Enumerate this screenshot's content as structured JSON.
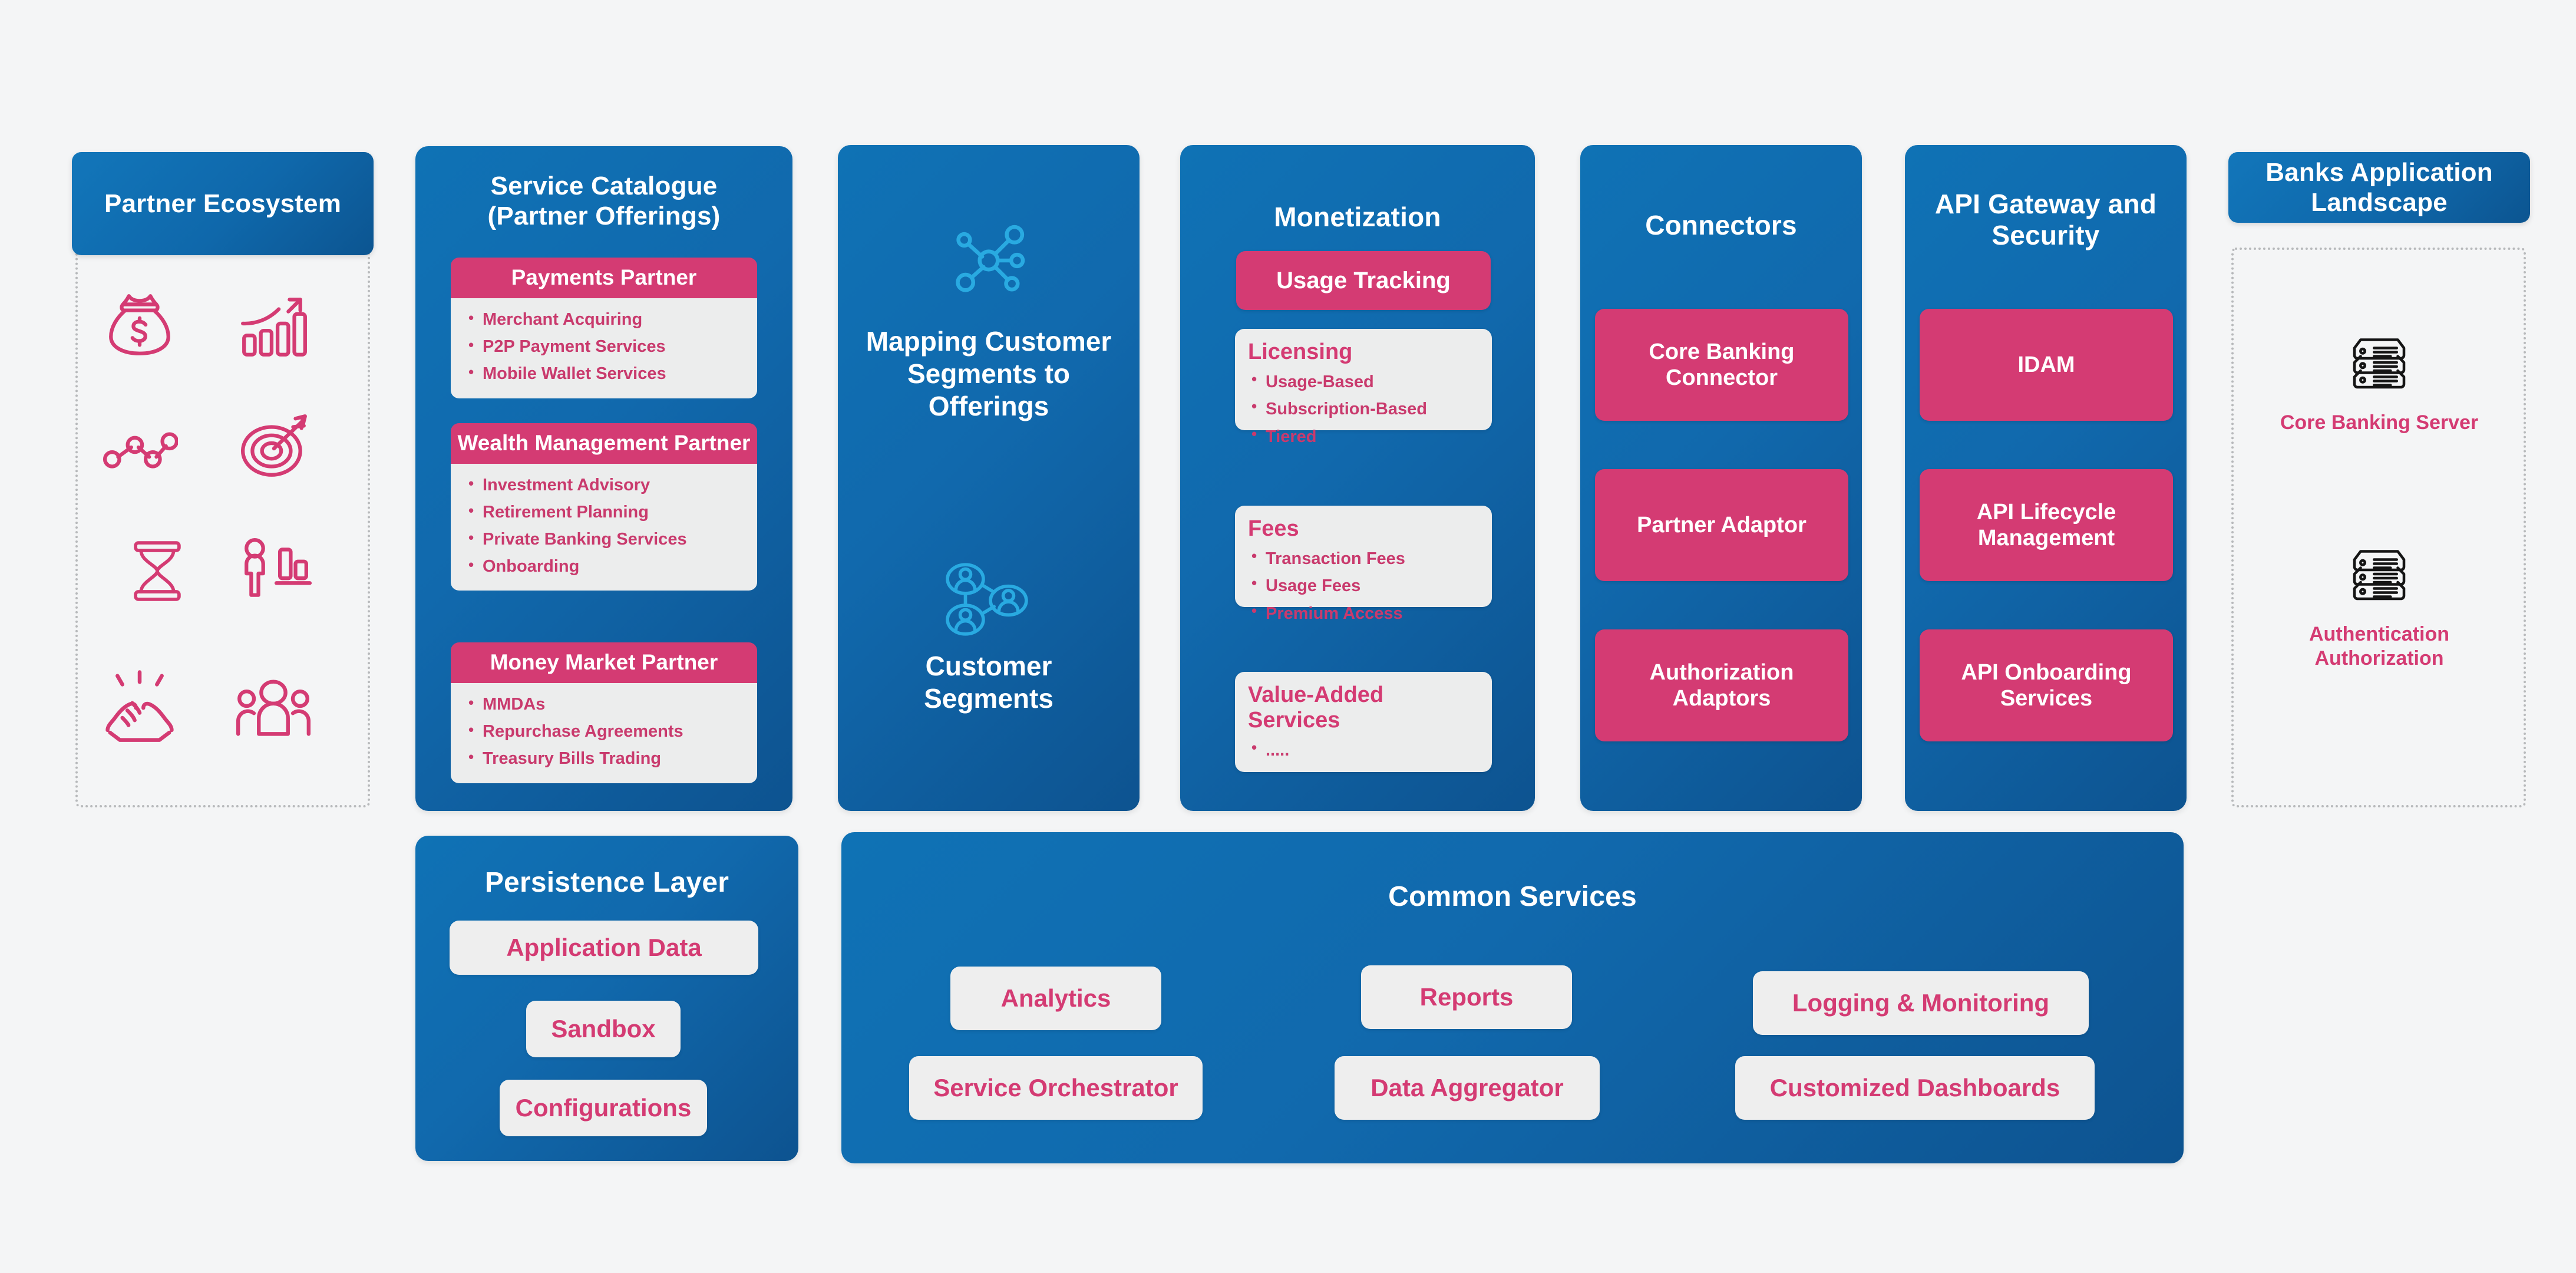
{
  "columns": {
    "partner_ecosystem": {
      "title": "Partner Ecosystem",
      "icons": [
        {
          "name": "money-bag-icon",
          "label": "money bag with dollar sign"
        },
        {
          "name": "growth-bar-chart-icon",
          "label": "rising bar chart with arrow"
        },
        {
          "name": "line-graph-nodes-icon",
          "label": "connected node line graph"
        },
        {
          "name": "target-arrow-icon",
          "label": "target with arrow"
        },
        {
          "name": "hourglass-icon",
          "label": "hourglass"
        },
        {
          "name": "person-chart-icon",
          "label": "person beside bar chart"
        },
        {
          "name": "handshake-icon",
          "label": "handshake"
        },
        {
          "name": "people-group-icon",
          "label": "group of people"
        }
      ]
    },
    "service_catalogue": {
      "title_line1": "Service Catalogue",
      "title_line2": "(Partner Offerings)",
      "cards": [
        {
          "head": "Payments Partner",
          "items": [
            "Merchant Acquiring",
            "P2P Payment Services",
            "Mobile Wallet Services"
          ]
        },
        {
          "head": "Wealth Management Partner",
          "items": [
            "Investment Advisory",
            "Retirement Planning",
            "Private Banking Services",
            "Onboarding"
          ]
        },
        {
          "head": "Money Market Partner",
          "items": [
            "MMDAs",
            "Repurchase Agreements",
            "Treasury Bills Trading"
          ]
        }
      ]
    },
    "mapping": {
      "top_icon": "network-hub-icon",
      "top_title": "Mapping Customer Segments to Offerings",
      "bottom_icon": "customer-segments-icon",
      "bottom_title": "Customer Segments"
    },
    "monetization": {
      "title": "Monetization",
      "usage_tracking": "Usage Tracking",
      "groups": [
        {
          "head": "Licensing",
          "items": [
            "Usage-Based",
            "Subscription-Based",
            "Tiered"
          ]
        },
        {
          "head": "Fees",
          "items": [
            "Transaction Fees",
            "Usage Fees",
            "Premium Access"
          ]
        },
        {
          "head": "Value-Added Services",
          "items": [
            "....."
          ]
        }
      ]
    },
    "connectors": {
      "title": "Connectors",
      "items": [
        "Core Banking Connector",
        "Partner Adaptor",
        "Authorization Adaptors"
      ]
    },
    "api_gateway": {
      "title": "API Gateway and Security",
      "items": [
        "IDAM",
        "API Lifecycle Management",
        "API Onboarding Services"
      ]
    },
    "banks_landscape": {
      "title": "Banks Application Landscape",
      "items": [
        {
          "icon": "server-stack-icon",
          "caption": "Core Banking Server"
        },
        {
          "icon": "server-stack-icon",
          "caption": "Authentication Authorization"
        }
      ]
    },
    "persistence_layer": {
      "title": "Persistence Layer",
      "items": [
        "Application Data",
        "Sandbox",
        "Configurations"
      ]
    },
    "common_services": {
      "title": "Common Services",
      "items": [
        "Analytics",
        "Reports",
        "Logging & Monitoring",
        "Service Orchestrator",
        "Data Aggregator",
        "Customized Dashboards"
      ]
    }
  },
  "colors": {
    "blue": "#1169ad",
    "blue_dark": "#0d5390",
    "pink": "#d43b73",
    "pink_text": "#c93a6d",
    "light_panel": "#eceded",
    "page_bg": "#f4f5f6",
    "cyan_icon": "#29aae1"
  }
}
